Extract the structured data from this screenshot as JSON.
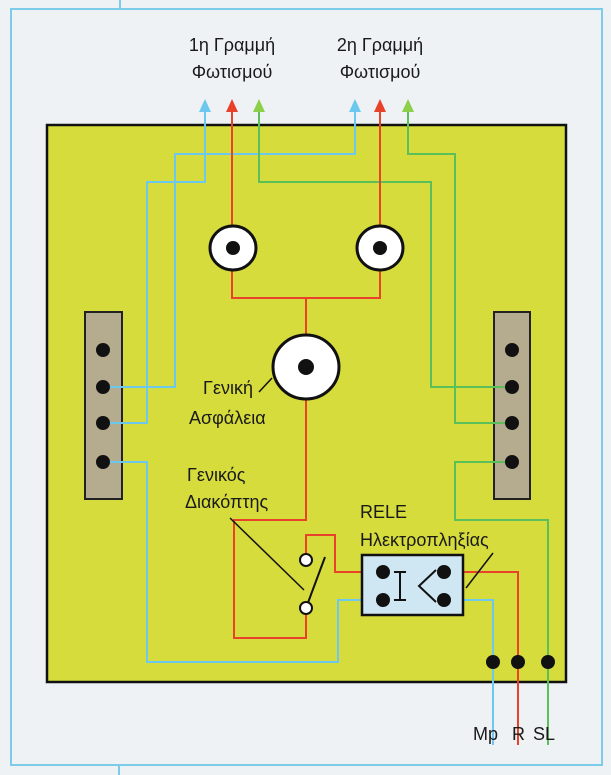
{
  "labels": {
    "line1": [
      "1η Γραμμή",
      "Φωτισμού"
    ],
    "line2": [
      "2η Γραμμή",
      "Φωτισμού"
    ],
    "main_fuse": [
      "Γενική",
      "Ασφάλεια"
    ],
    "main_switch": [
      "Γενικός",
      "Διακόπτης"
    ],
    "relay": [
      "RELE",
      "Ηλεκτροπληξίας"
    ],
    "terminals": [
      "Mp",
      "R",
      "SL"
    ]
  },
  "colors": {
    "background": "#eef2f4",
    "frame": "#7ccbe8",
    "board": "#d6dc3c",
    "strip": "#b5ab8e",
    "relay_box": "#cfe6f3",
    "blue_wire": "#6cc8ee",
    "red_wire": "#e8432a",
    "green_wire": "#5cc05a"
  }
}
